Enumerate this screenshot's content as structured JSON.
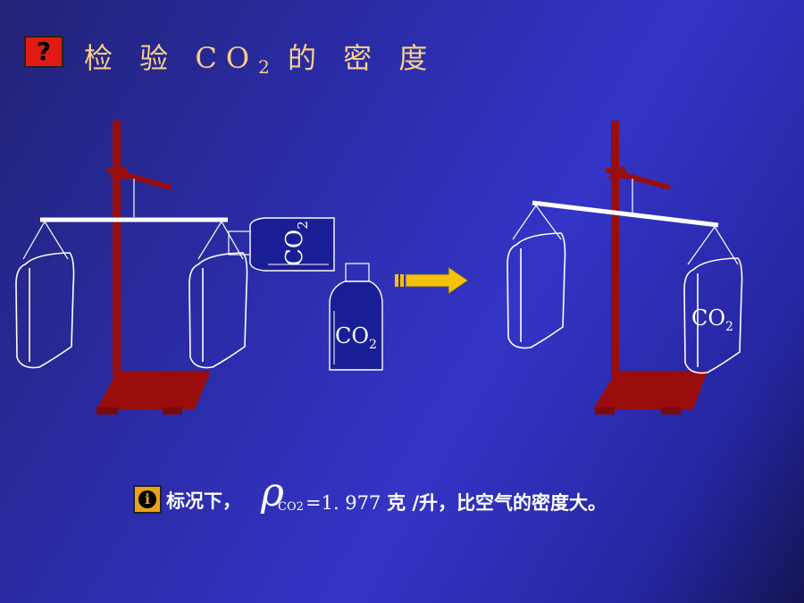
{
  "title": {
    "prefix": "检 验 CO",
    "subscript": "2",
    "suffix": " 的 密 度"
  },
  "question_icon_glyph": "?",
  "info_icon_glyph": "i",
  "labels": {
    "bottle_tilted": "CO2",
    "bottle_upright": "CO2",
    "bag_right": "CO2",
    "subscript": "2",
    "main": "CO"
  },
  "note": {
    "prefix": "标况下，",
    "rho_symbol": "ρ",
    "rho_subscript": "CO2",
    "value": "=1. 977 ",
    "unit": "克 /升，",
    "suffix": "比空气的密度大。"
  },
  "colors": {
    "background": "#2b2ca8",
    "title": "#f6cf8a",
    "stand": "#9a0d0d",
    "bottle": "#1a1e96",
    "arrow": "#f5c20a",
    "question_icon": "#e11b14",
    "info_icon": "#e9a21b"
  },
  "icons": [
    "question-mark-icon",
    "info-icon",
    "right-arrow-icon"
  ]
}
